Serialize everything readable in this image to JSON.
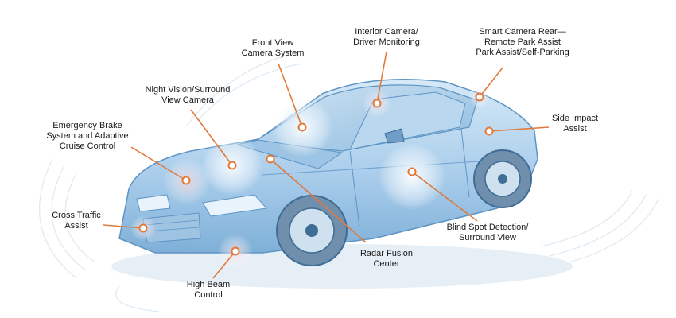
{
  "diagram": {
    "accent": "#e07a3a",
    "car_tint": "#7fb8e6",
    "labels": {
      "front_view": [
        "Front View",
        "Camera System"
      ],
      "interior_camera": [
        "Interior Camera/",
        "Driver Monitoring"
      ],
      "smart_camera_rear": [
        "Smart Camera Rear—",
        "Remote Park Assist",
        "Park Assist/Self-Parking"
      ],
      "night_vision": [
        "Night Vision/Surround",
        "View Camera"
      ],
      "side_impact": [
        "Side Impact",
        "Assist"
      ],
      "emergency_brake": [
        "Emergency Brake",
        "System and Adaptive",
        "Cruise Control"
      ],
      "cross_traffic": [
        "Cross Traffic",
        "Assist"
      ],
      "blind_spot": [
        "Blind Spot Detection/",
        "Surround View"
      ],
      "radar_fusion": [
        "Radar Fusion",
        "Center"
      ],
      "high_beam": [
        "High Beam",
        "Control"
      ]
    }
  }
}
